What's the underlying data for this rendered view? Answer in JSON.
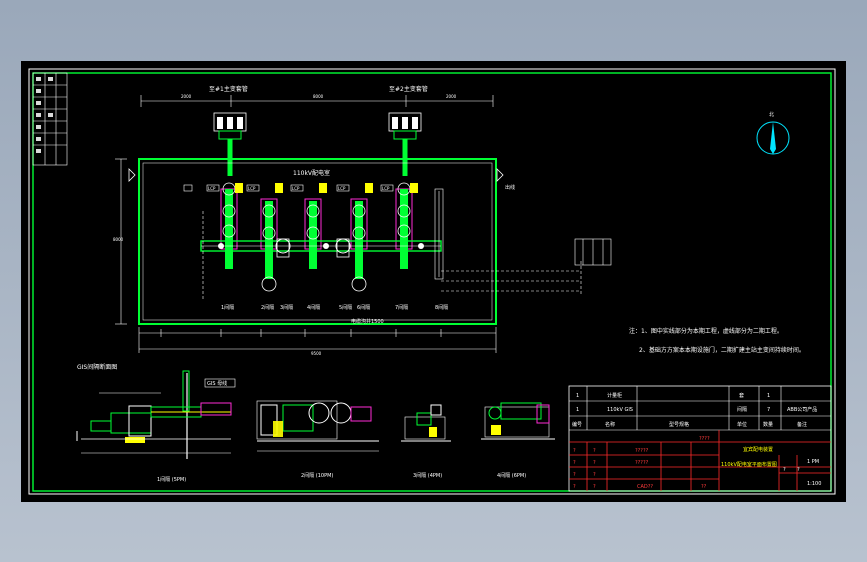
{
  "labels": {
    "top_left": "至#1主变套管",
    "top_right": "至#2主变套管",
    "room_title": "110kV配电室",
    "side_mark": "出线",
    "compass": "北",
    "bottom_note": "电缆沟井1500",
    "bays": [
      "1间隔",
      "2间隔",
      "3间隔",
      "4间隔",
      "5间隔",
      "6间隔",
      "7间隔",
      "8间隔"
    ],
    "section_title": "GIS间隔断面图",
    "gis_mark": "GIS 母线",
    "sections": [
      "1间隔 (5PM)",
      "2间隔 (10PM)",
      "3间隔 (4PM)",
      "4间隔 (6PM)"
    ],
    "tag": "LCP"
  },
  "notes": {
    "line1": "注：1、图中实线部分为本期工程，虚线部分为二期工程。",
    "line2": "2、基础方方案本本期设施门，二期扩建主站主变间持续时间。"
  },
  "table": {
    "row1": [
      "1",
      "计量柜",
      "",
      "",
      "套",
      "1",
      ""
    ],
    "row2": [
      "1",
      "110kV GIS",
      "",
      "",
      "间隔",
      "7",
      "ABB公司产品"
    ],
    "header": [
      "编号",
      "名称",
      "型号规格",
      "单位",
      "数量",
      "备注"
    ]
  },
  "title_block": {
    "q1": "????",
    "r1": [
      "?",
      "?",
      "?????",
      "宜宾配电装置"
    ],
    "r2": [
      "?",
      "?",
      "?????",
      "110kV配电室平面布置图",
      "1 PM"
    ],
    "r3": [
      "?",
      "?",
      "",
      "?",
      "?",
      "1:100"
    ],
    "r4": [
      "?",
      "?",
      "CAD??",
      "??"
    ]
  }
}
